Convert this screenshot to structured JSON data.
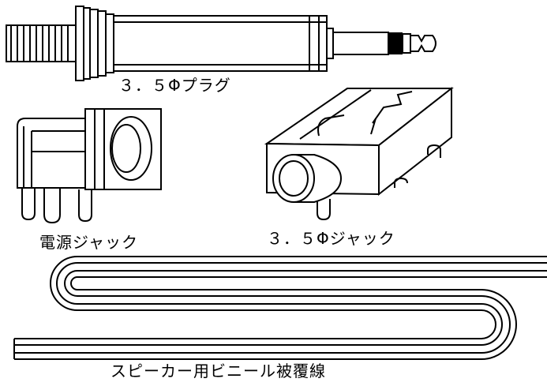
{
  "labels": {
    "plug": "３．５Φプラグ",
    "power_jack": "電源ジャック",
    "mini_jack": "３．５Φジャック",
    "speaker_wire": "スピーカー用ビニール被覆線"
  },
  "colors": {
    "line": "#000000",
    "background": "#ffffff"
  }
}
